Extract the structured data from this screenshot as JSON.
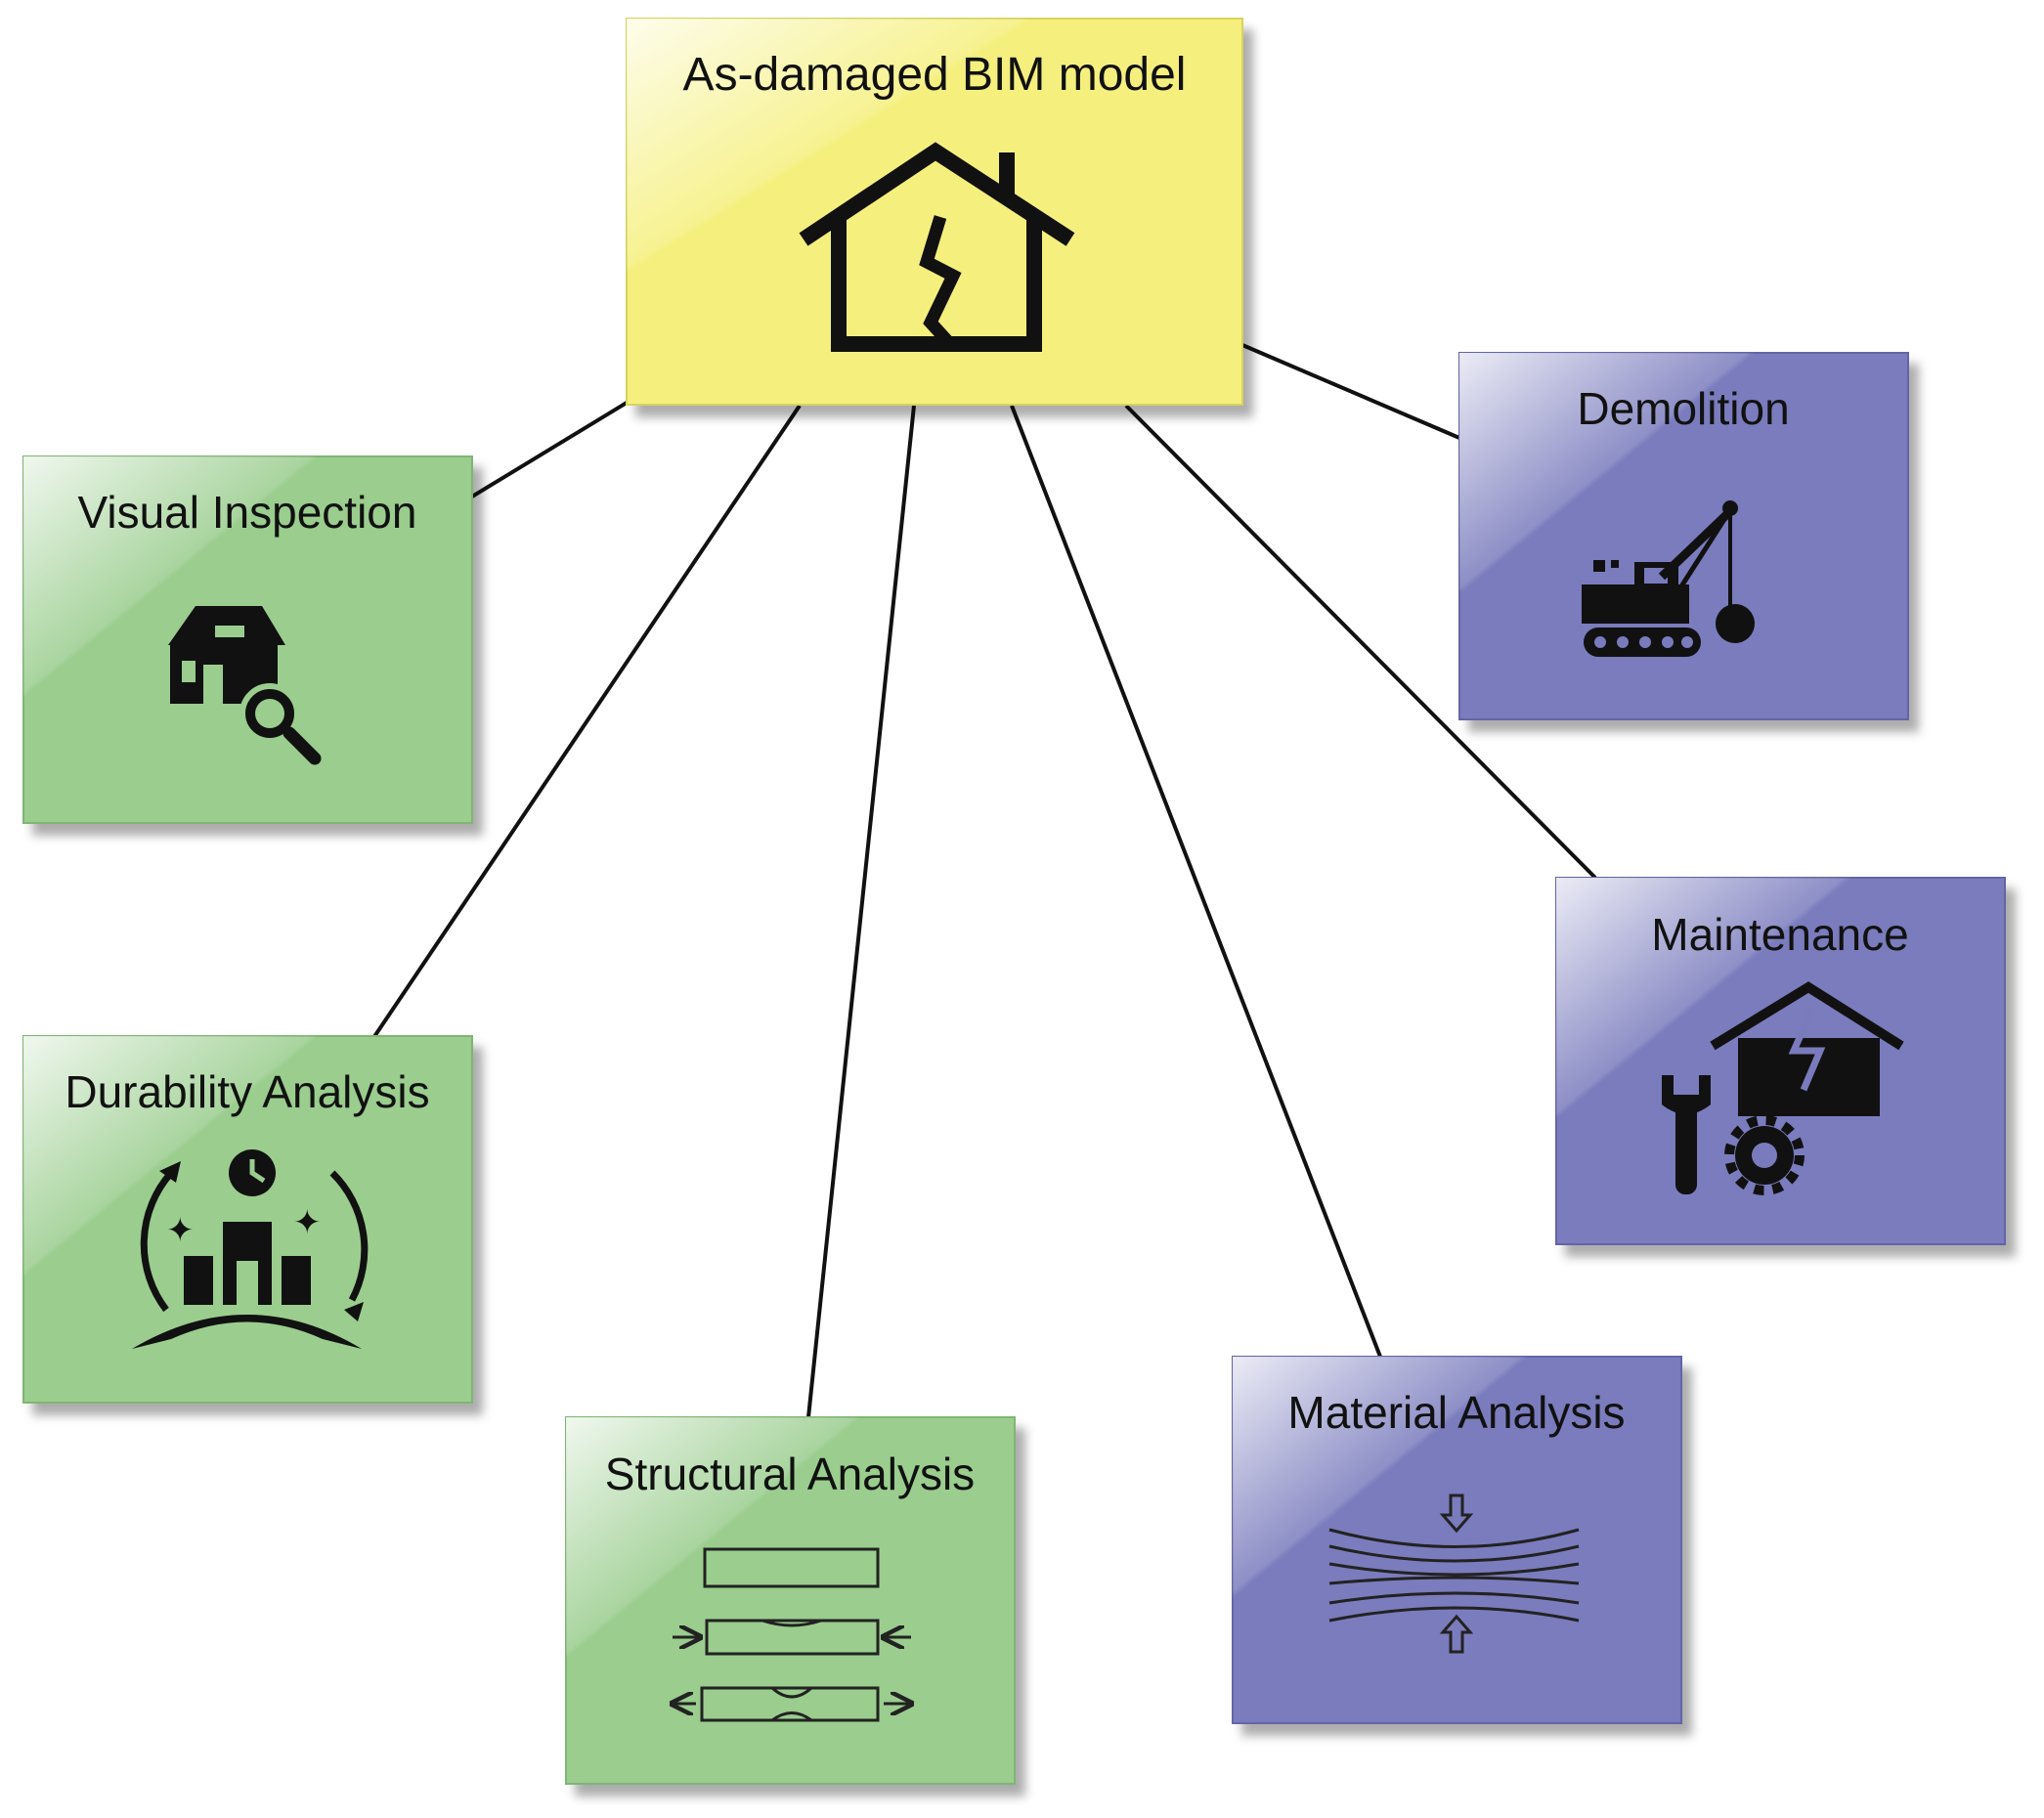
{
  "central": {
    "label": "As-damaged BIM model",
    "icon": "damaged-house-icon",
    "color": "#F5F07E"
  },
  "nodes": [
    {
      "id": "visual-inspection",
      "label": "Visual Inspection",
      "icon": "house-magnifier-icon",
      "color": "#9ACD8E"
    },
    {
      "id": "durability-analysis",
      "label": "Durability Analysis",
      "icon": "building-cycle-icon",
      "color": "#9ACD8E"
    },
    {
      "id": "structural-analysis",
      "label": "Structural Analysis",
      "icon": "beam-deformation-icon",
      "color": "#9ACD8E"
    },
    {
      "id": "material-analysis",
      "label": "Material Analysis",
      "icon": "compressed-layers-icon",
      "color": "#7A7BBD"
    },
    {
      "id": "maintenance",
      "label": "Maintenance",
      "icon": "house-wrench-gear-icon",
      "color": "#7A7BBD"
    },
    {
      "id": "demolition",
      "label": "Demolition",
      "icon": "wrecking-crane-icon",
      "color": "#7A7BBD"
    }
  ]
}
